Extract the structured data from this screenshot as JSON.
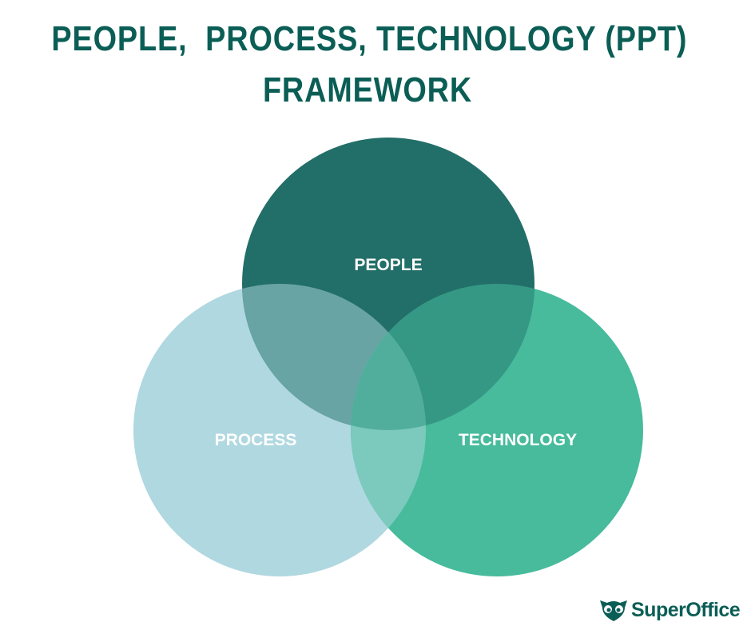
{
  "title": {
    "line1": "PEOPLE,  PROCESS, TECHNOLOGY (PPT)",
    "line2": "FRAMEWORK"
  },
  "diagram": {
    "circles": [
      {
        "label": "PEOPLE",
        "color": "#226e68"
      },
      {
        "label": "PROCESS",
        "color": "#b0d8e0"
      },
      {
        "label": "TECHNOLOGY",
        "color": "#47bb9c"
      }
    ],
    "overlap_colors": {
      "people_process": "#69a4a5",
      "people_technology": "#359884",
      "process_technology": "#7ccabd",
      "all": "#52ae9c"
    }
  },
  "logo": {
    "text": "SuperOffice",
    "icon": "owl-icon",
    "color": "#0b5e55"
  }
}
